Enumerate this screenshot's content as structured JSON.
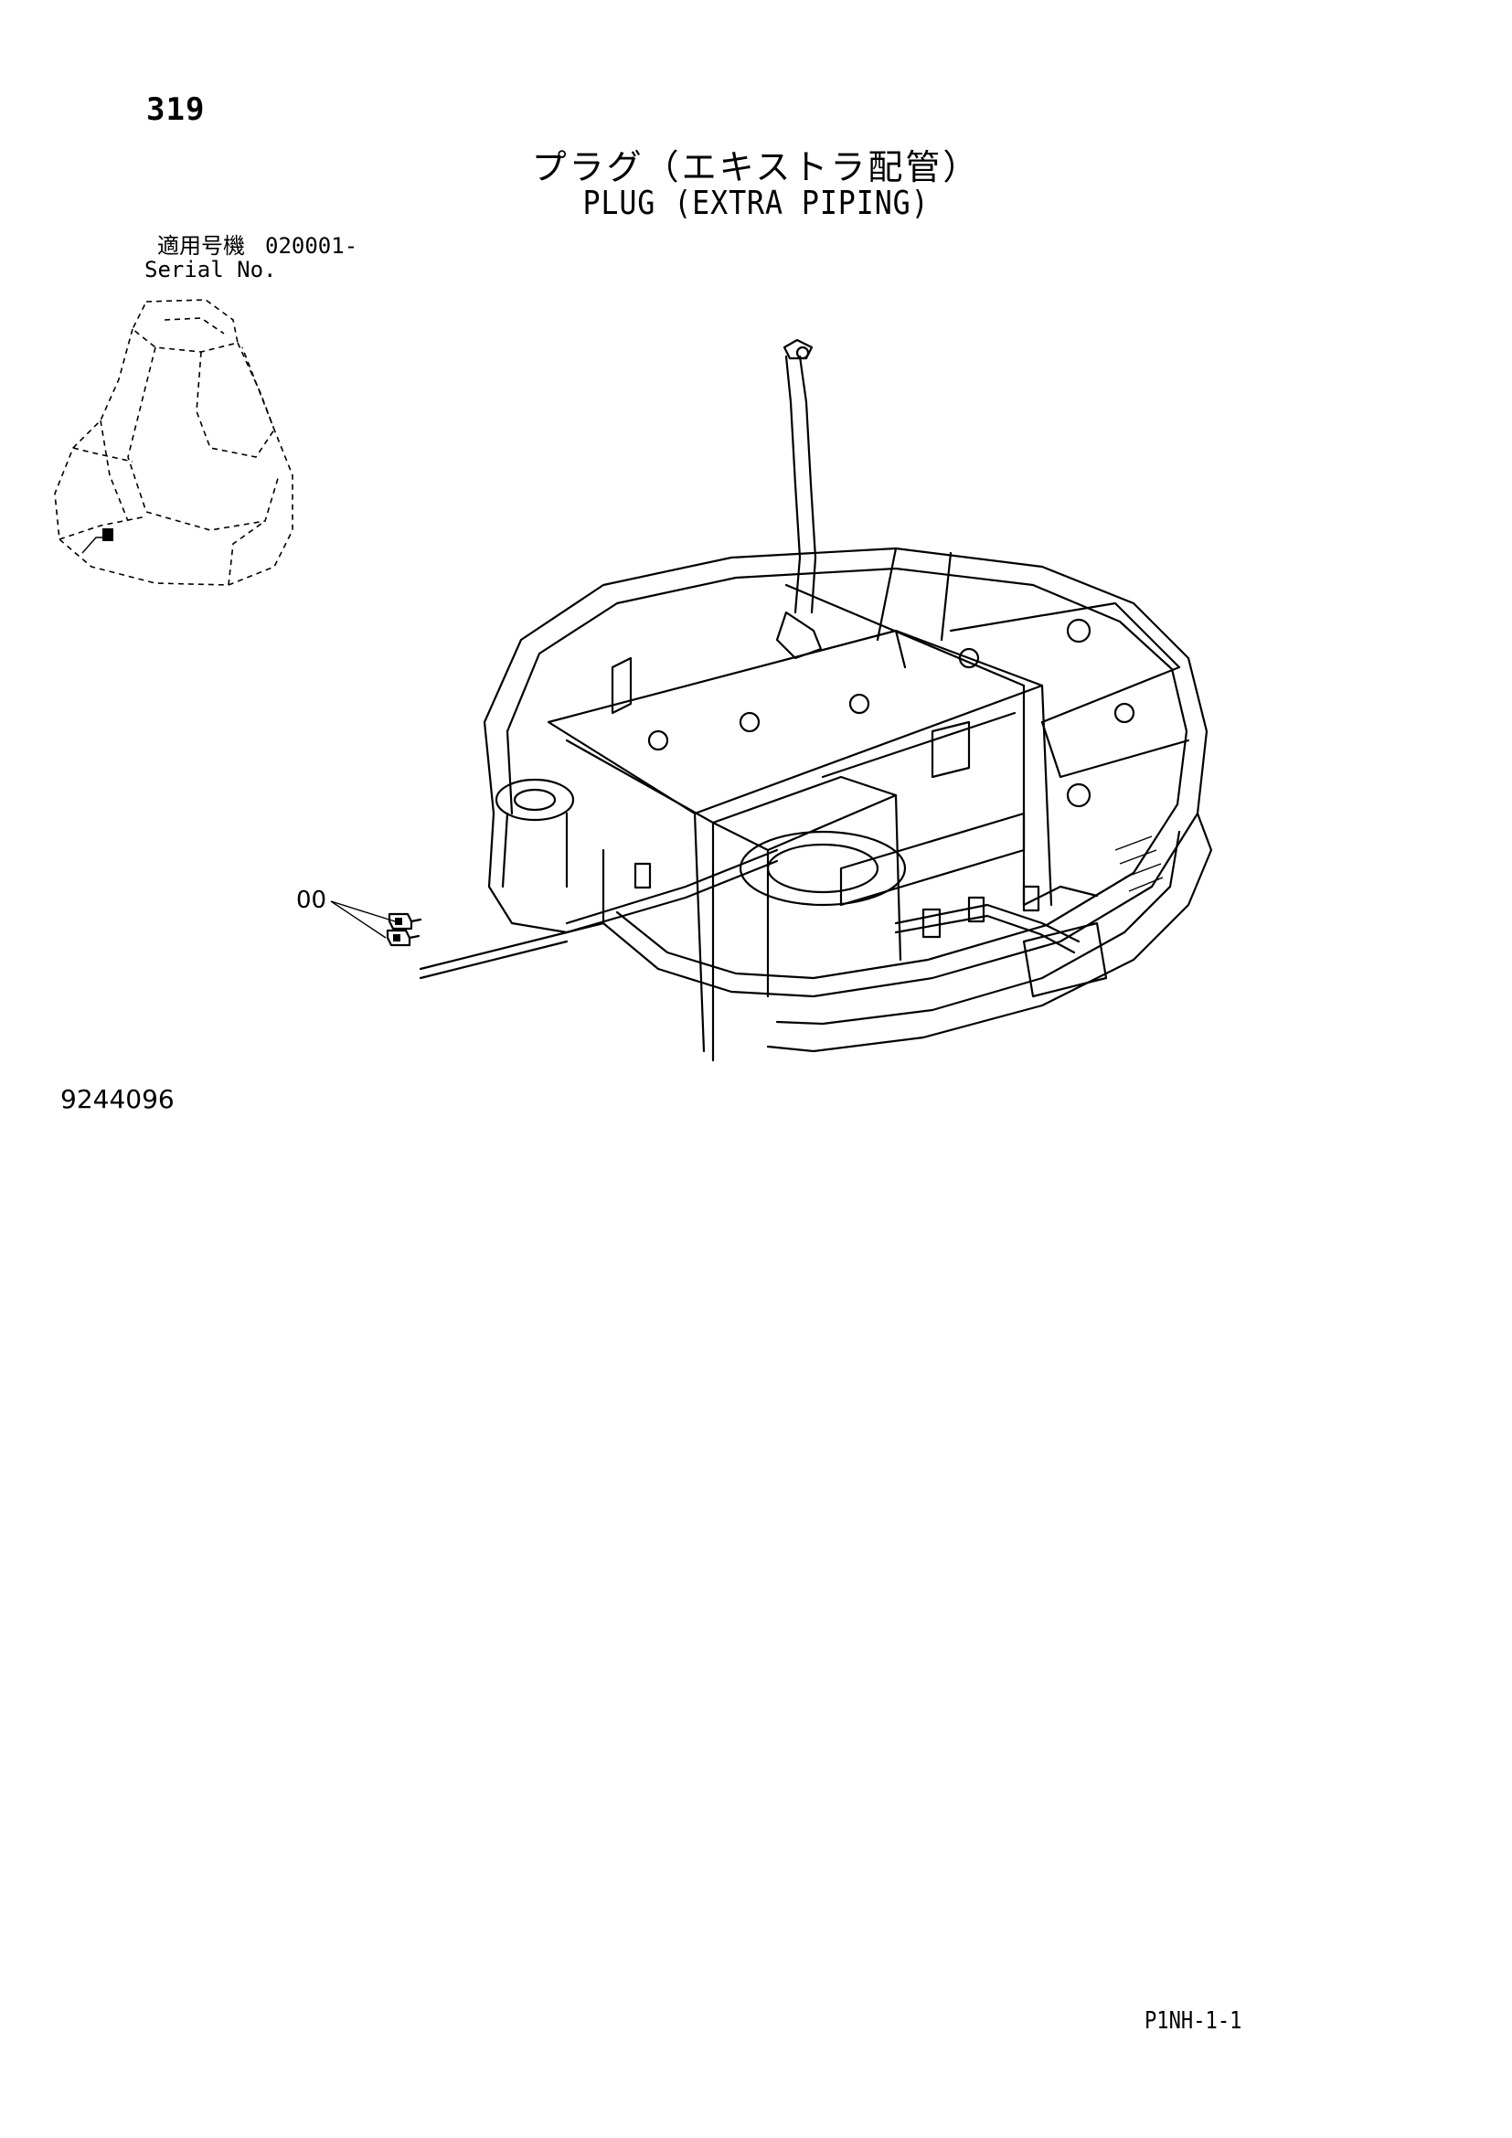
{
  "page": {
    "number": "319",
    "title_jp": "プラグ（エキストラ配管）",
    "title_en": "PLUG (EXTRA PIPING)",
    "serial_label_jp": "適用号機",
    "serial_value": "020001-",
    "serial_label_en": "Serial No.",
    "diagram_code": "9244096",
    "page_ref": "P1NH-1-1"
  },
  "callouts": [
    {
      "label": "00",
      "part": "plug"
    }
  ]
}
